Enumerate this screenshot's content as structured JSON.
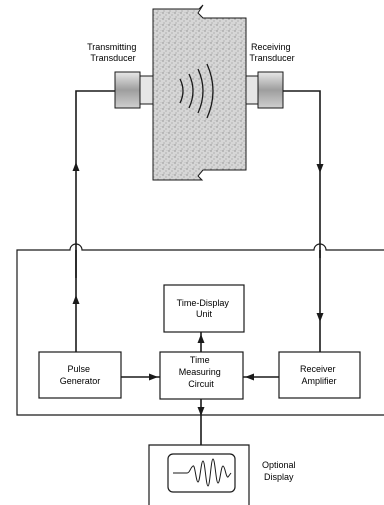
{
  "labels": {
    "transmitting_line1": "Transmitting",
    "transmitting_line2": "Transducer",
    "receiving_line1": "Receiving",
    "receiving_line2": "Transducer",
    "time_display_line1": "Time-Display",
    "time_display_line2": "Unit",
    "pulse_line1": "Pulse",
    "pulse_line2": "Generator",
    "measuring_line1": "Time",
    "measuring_line2": "Measuring",
    "measuring_line3": "Circuit",
    "receiver_line1": "Receiver",
    "receiver_line2": "Amplifier",
    "optional_line1": "Optional",
    "optional_line2": "Display"
  },
  "colors": {
    "line": "#1a1a1a",
    "specimen_fill": "#d4d4d4",
    "transducer_fill": "#bdbdbd"
  }
}
